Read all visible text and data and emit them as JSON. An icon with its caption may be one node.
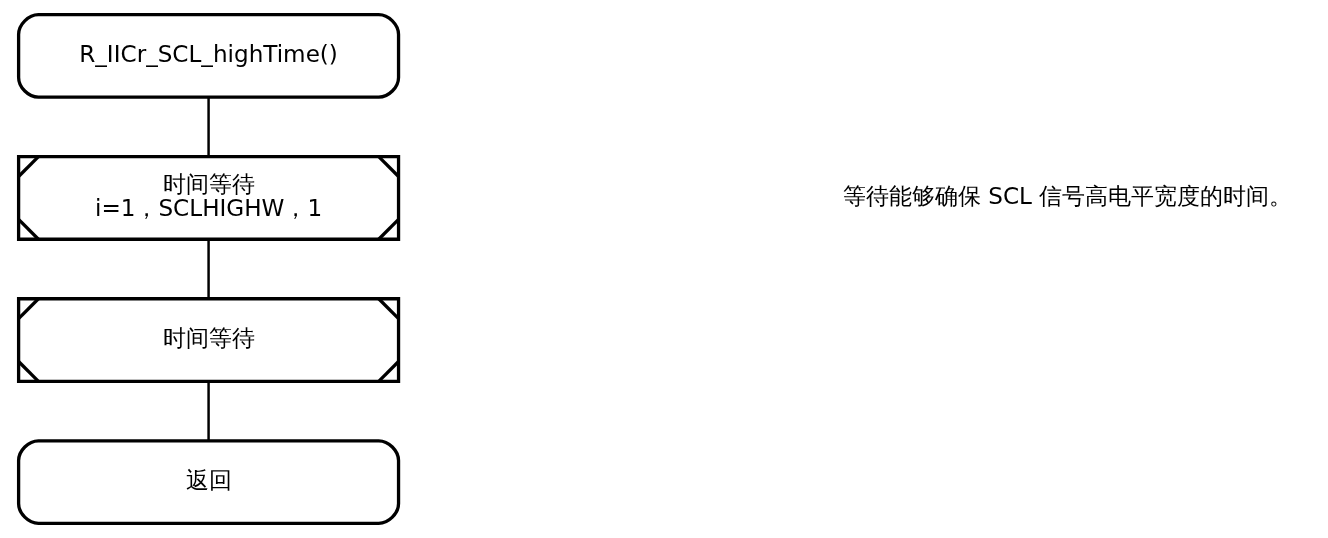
{
  "diagram": {
    "nodes": [
      {
        "text": [
          "R_IICr_SCL_highTime()"
        ]
      },
      {
        "text": [
          "时间等待",
          "i=1，SCLHIGHW，1"
        ]
      },
      {
        "text": [
          "时间等待"
        ]
      },
      {
        "text": [
          "返回"
        ]
      }
    ],
    "edges": [
      {
        "from": 0,
        "to": 1,
        "arrow": "none"
      },
      {
        "from": 1,
        "to": 2,
        "arrow": "none"
      },
      {
        "from": 2,
        "to": 3,
        "arrow": "none"
      }
    ],
    "labels": [
      "等待能够确保 SCL 信号高电平宽度的时间。"
    ]
  }
}
